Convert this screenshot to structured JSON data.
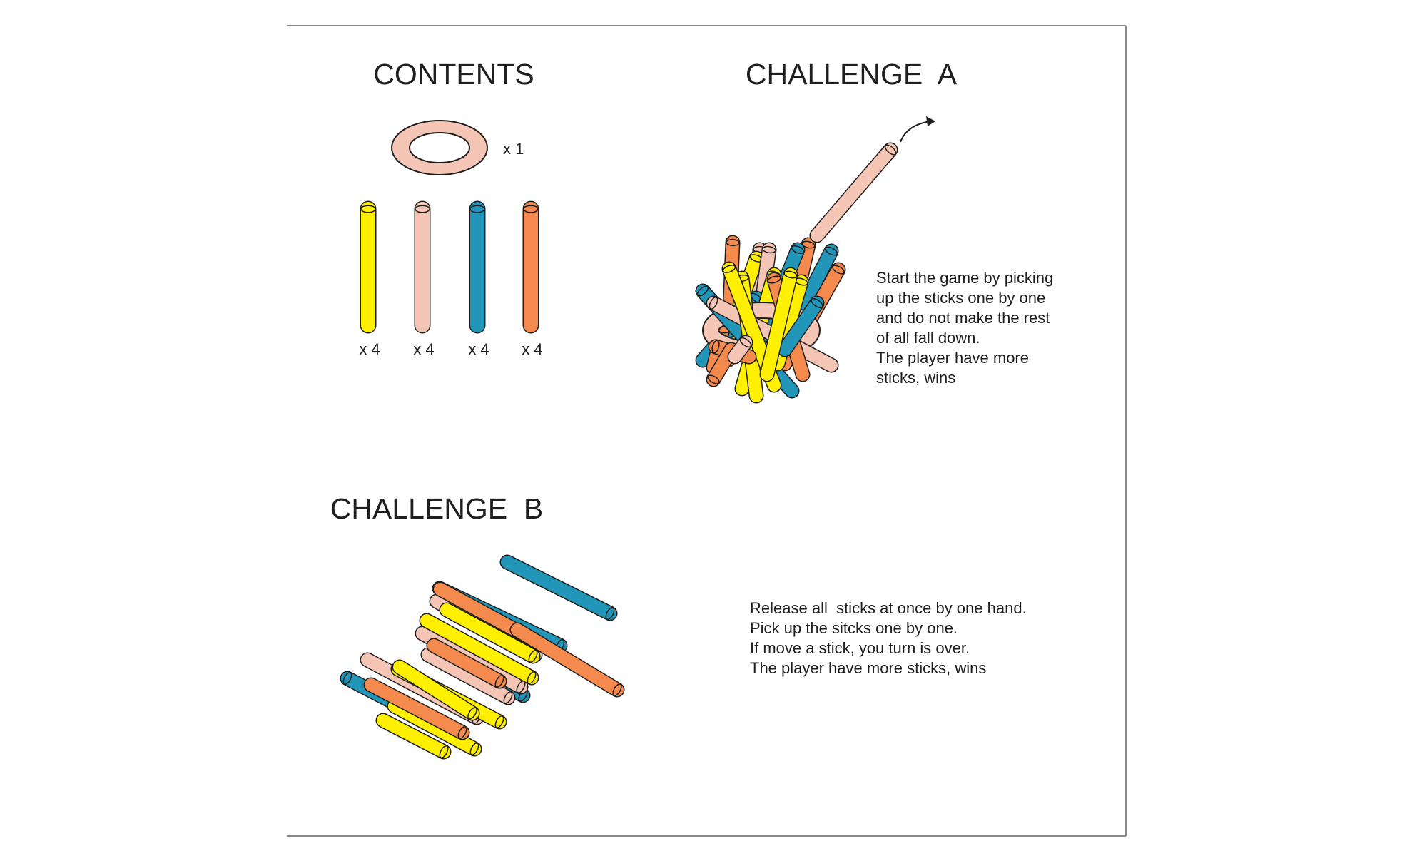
{
  "contents": {
    "title": "CONTENTS",
    "ring": {
      "quantity": "x 1",
      "color": "#F5C6B5"
    },
    "sticks": [
      {
        "color": "#FFF000",
        "quantity": "x 4"
      },
      {
        "color": "#F5C6B5",
        "quantity": "x 4"
      },
      {
        "color": "#2196B8",
        "quantity": "x 4"
      },
      {
        "color": "#F48A4E",
        "quantity": "x 4"
      }
    ]
  },
  "challenge_a": {
    "title": "CHALLENGE  A",
    "lines": [
      "Start the game by picking",
      "up the sticks one by one",
      "and do not make the rest",
      "of all fall down.",
      "The player have more",
      "sticks, wins"
    ]
  },
  "challenge_b": {
    "title": "CHALLENGE  B",
    "lines": [
      "Release all  sticks at once by one hand.",
      "Pick up the sitcks one by one.",
      "If move a stick, you turn is over.",
      "The player have more sticks, wins"
    ]
  },
  "colors": {
    "yellow": "#FFF000",
    "pink": "#F5C6B5",
    "blue": "#2196B8",
    "orange": "#F48A4E",
    "outline": "#1f1f1f",
    "frame": "#8a8a8a"
  }
}
